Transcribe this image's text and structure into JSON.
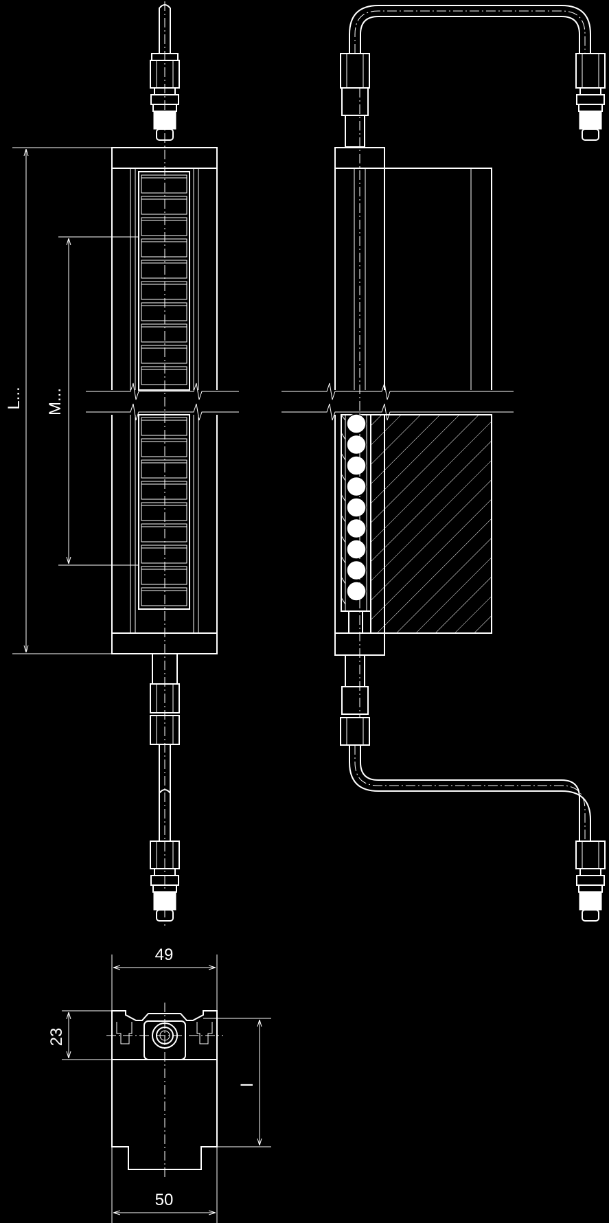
{
  "drawing": {
    "background_color": "#000000",
    "line_color": "#ffffff",
    "dimensions": {
      "length": "L...",
      "measuring_length": "M...",
      "width_top": "49",
      "width_bottom": "50",
      "offset_height": "23",
      "fixed_distance": "l"
    },
    "views": [
      "front-view",
      "side-section-view",
      "end-view"
    ]
  }
}
